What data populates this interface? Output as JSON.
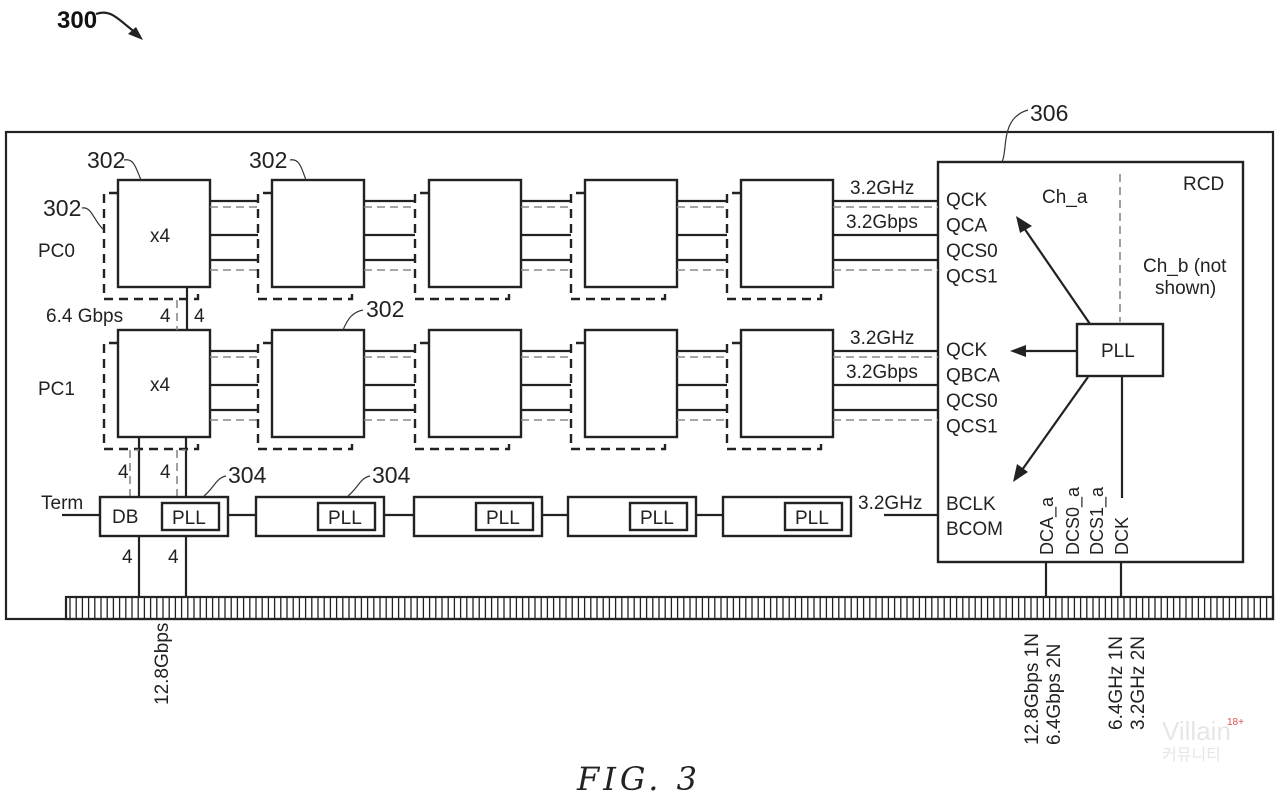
{
  "figure": {
    "title": "FIG. 3",
    "reference_number": "300"
  },
  "module": {
    "ref_rcd": "306",
    "ref_dram": "302",
    "ref_db": "304"
  },
  "ranks": [
    {
      "label": "PC0",
      "first_chip_label": "x4"
    },
    {
      "label": "PC1",
      "first_chip_label": "x4"
    }
  ],
  "dram_columns": 5,
  "labels": {
    "rank_link_rate": "6.4 Gbps",
    "bit_width": "4",
    "term": "Term",
    "db": "DB",
    "pll": "PLL",
    "qck_rate": "3.2GHz",
    "qca_rate": "3.2Gbps",
    "bclk_rate": "3.2GHz",
    "dq_edge_rate": "12.8Gbps"
  },
  "rcd": {
    "title": "RCD",
    "channel_a": "Ch_a",
    "channel_b_line1": "Ch_b (not",
    "channel_b_line2": "shown)",
    "pll": "PLL",
    "top_signals": [
      "QCK",
      "QCA",
      "QCS0",
      "QCS1"
    ],
    "bottom_signals": [
      "QCK",
      "QBCA",
      "QCS0",
      "QCS1"
    ],
    "buffer_signals": [
      "BCLK",
      "BCOM"
    ],
    "host_signals": [
      "DCA_a",
      "DCS0_a",
      "DCS1_a",
      "DCK"
    ]
  },
  "edge_labels": {
    "ca_line1": "12.8Gbps 1N",
    "ca_line2": "6.4Gbps 2N",
    "ck_line1": "6.4GHz 1N",
    "ck_line2": "3.2GHz 2N"
  },
  "watermark": {
    "brand": "Villain",
    "badge": "18+",
    "subtitle": "커뮤니티"
  }
}
